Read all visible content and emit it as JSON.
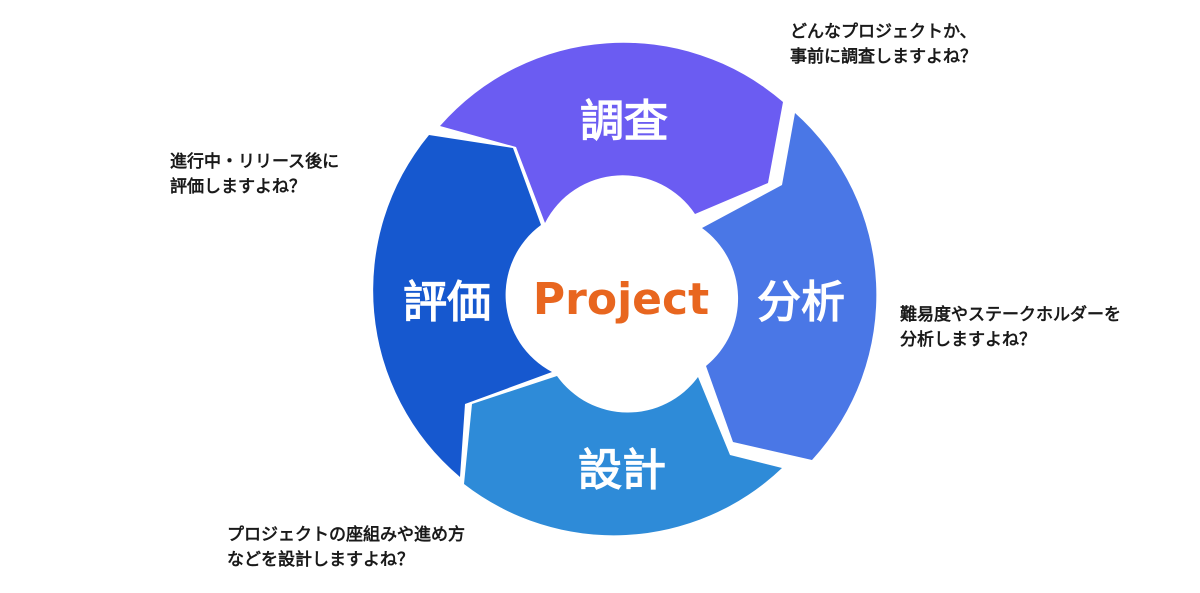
{
  "diagram": {
    "center": {
      "label": "Project",
      "color": "#e8661f"
    },
    "segments": [
      {
        "id": "research",
        "label": "調査",
        "color": "#6b5cf2"
      },
      {
        "id": "analysis",
        "label": "分析",
        "color": "#4a77e6"
      },
      {
        "id": "design",
        "label": "設計",
        "color": "#2e8bd8"
      },
      {
        "id": "evaluation",
        "label": "評価",
        "color": "#1658cf"
      }
    ],
    "notes": {
      "research": [
        "どんなプロジェクトか、",
        "事前に調査しますよね？"
      ],
      "evaluation": [
        "進行中・リリース後に",
        "評価しますよね？"
      ],
      "analysis": [
        "難易度やステークホルダーを",
        "分析しますよね？"
      ],
      "design": [
        "プロジェクトの座組みや進め方",
        "などを設計しますよね？"
      ]
    }
  }
}
